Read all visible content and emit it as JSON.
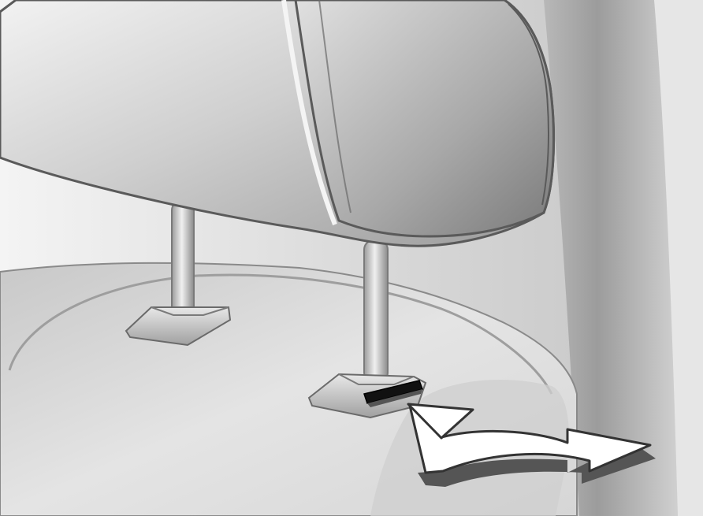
{
  "illustration": {
    "subject": "headrest-release-button",
    "elements": [
      "headrest",
      "headrest-post-left",
      "headrest-post-right",
      "guide-sleeve-left",
      "guide-sleeve-right",
      "release-button",
      "direction-arrow",
      "seat-backrest",
      "side-panel"
    ],
    "palette": {
      "background": "#ffffff",
      "headrest_light": "#e6e6e6",
      "headrest_dark": "#8c8c8c",
      "outline": "#5a5a5a",
      "arrow_fill": "#ffffff",
      "arrow_shadow": "#666666",
      "button_slot": "#111111"
    }
  }
}
